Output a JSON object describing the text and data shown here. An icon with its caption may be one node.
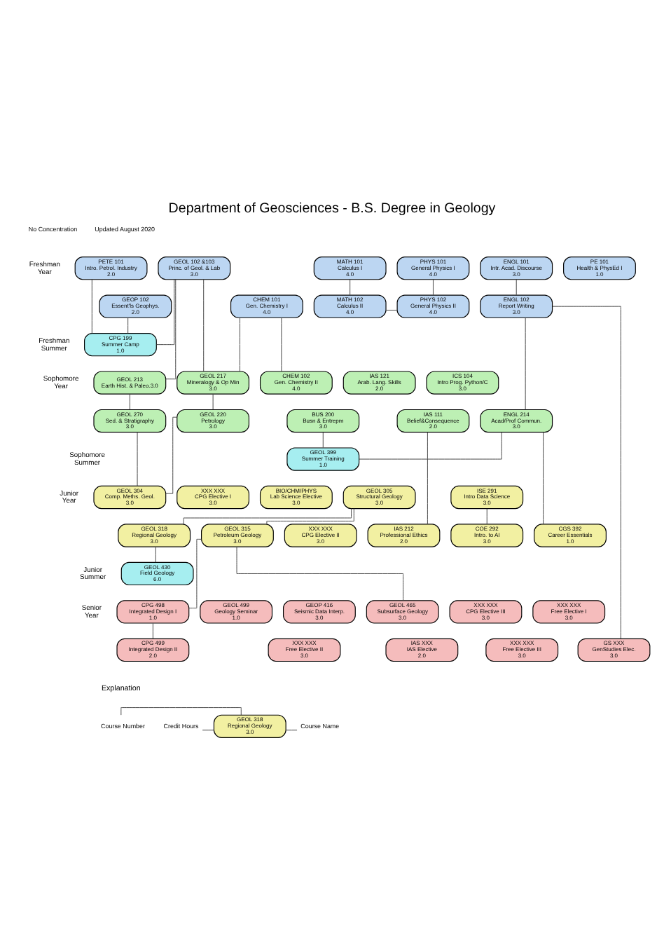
{
  "diagram": {
    "title": "Department of Geosciences - B.S. Degree in Geology",
    "nodes": [
      {
        "text": [
          "PETE 101",
          "Intro. Petrol. Industry",
          "2.0"
        ]
      },
      {
        "text": [
          "GEOL 102 &103",
          "Princ. of Geol. & Lab",
          "3.0"
        ]
      },
      {
        "text": [
          "MATH 101",
          "Calculus I",
          "4.0"
        ]
      },
      {
        "text": [
          "PHYS 101",
          "General Physics I",
          "4.0"
        ]
      },
      {
        "text": [
          "ENGL 101",
          "Intr. Acad. Discourse",
          "3.0"
        ]
      },
      {
        "text": [
          "PE 101",
          "Health & PhysEd I",
          "1.0"
        ]
      },
      {
        "text": [
          "GEOP 102",
          "Essent'ls Geophys.",
          "2.0"
        ]
      },
      {
        "text": [
          "CHEM 101",
          "Gen. Chemistry I",
          "4.0"
        ]
      },
      {
        "text": [
          "MATH 102",
          "Calculus II",
          "4.0"
        ]
      },
      {
        "text": [
          "PHYS 102",
          "General Physics II",
          "4.0"
        ]
      },
      {
        "text": [
          "ENGL 102",
          "Report Writing",
          "3.0"
        ]
      },
      {
        "text": [
          "CPG 199",
          "Summer Camp",
          "1.0"
        ]
      },
      {
        "text": [
          "GEOL 213",
          "Earth Hist. & Paleo.3.0"
        ]
      },
      {
        "text": [
          "GEOL 217",
          "Mineralogy & Op Min",
          "3.0"
        ]
      },
      {
        "text": [
          "CHEM 102",
          "Gen. Chemistry II",
          "4.0"
        ]
      },
      {
        "text": [
          "IAS 121",
          "Arab. Lang. Skills",
          "2.0"
        ]
      },
      {
        "text": [
          "ICS 104",
          "Intro Prog. Python/C",
          "3.0"
        ]
      },
      {
        "text": [
          "GEOL 270",
          "Sed. & Stratigraphy",
          "3.0"
        ]
      },
      {
        "text": [
          "GEOL 220",
          "Petrology",
          "3.0"
        ]
      },
      {
        "text": [
          "BUS 200",
          "Busn & Entrepm",
          "3.0"
        ]
      },
      {
        "text": [
          "IAS 111",
          "Belief&Consequence",
          "2.0"
        ]
      },
      {
        "text": [
          "ENGL 214",
          "Acad/Prof Commun.",
          "3.0"
        ]
      },
      {
        "text": [
          "GEOL 399",
          "Summer Training",
          "1.0"
        ]
      },
      {
        "text": [
          "GEOL 305",
          "Structural Geology",
          "3.0"
        ]
      },
      {
        "text": [
          "GEOL 304",
          "Comp. Meths. Geol.",
          "3.0"
        ]
      },
      {
        "text": [
          "XXX XXX",
          "CPG Elective I",
          "3.0"
        ]
      },
      {
        "text": [
          "BIO/CHM/PHYS",
          "Lab Science Elective",
          "3.0"
        ]
      },
      {
        "text": [
          "ISE 291",
          "Intro Data Science",
          "3.0"
        ]
      },
      {
        "text": [
          "GEOL 318",
          "Regional Geology",
          "3.0"
        ]
      },
      {
        "text": [
          "GEOL 315",
          "Petroleum Geology",
          "3.0"
        ]
      },
      {
        "text": [
          "XXX XXX",
          "CPG Elective II",
          "3.0"
        ]
      },
      {
        "text": [
          "IAS 212",
          "Professional Ethics",
          "2.0"
        ]
      },
      {
        "text": [
          "COE 292",
          "Intro. to AI",
          "3.0"
        ]
      },
      {
        "text": [
          "CGS 392",
          "Career Essentials",
          "1.0"
        ]
      },
      {
        "text": [
          "GEOL 430",
          "Field Geology",
          "6.0"
        ]
      },
      {
        "text": [
          "CPG 498",
          "Integrated Design I",
          "1.0"
        ]
      },
      {
        "text": [
          "GEOL 499",
          "Geology Seminar",
          "1.0"
        ]
      },
      {
        "text": [
          "GEOP 416",
          "Seismic Data Interp.",
          "3.0"
        ]
      },
      {
        "text": [
          "GEOL 465",
          "Subsurface Geology",
          "3.0"
        ]
      },
      {
        "text": [
          "XXX XXX",
          "CPG Elective III",
          "3.0"
        ]
      },
      {
        "text": [
          "XXX XXX",
          "Free Elective I",
          "3.0"
        ]
      },
      {
        "text": [
          "CPG 499",
          "Integrated Design II",
          "2.0"
        ]
      },
      {
        "text": [
          "XXX XXX",
          "Free Elective II",
          "3.0"
        ]
      },
      {
        "text": [
          "IAS XXX",
          "IAS Elective",
          "2.0"
        ]
      },
      {
        "text": [
          "XXX XXX",
          "Free Elective III",
          "3.0"
        ]
      },
      {
        "text": [
          "GS XXX",
          "GenStudies Elec.",
          "3.0"
        ]
      },
      {
        "text": [
          "GEOL 318",
          "Regional Geology",
          "3.0"
        ]
      },
      {
        "text": [
          "Course Number"
        ]
      },
      {
        "text": [
          "Credit Hours"
        ]
      },
      {
        "text": [
          "Course Name"
        ]
      }
    ],
    "edges": [
      {
        "from": 0,
        "to": 11,
        "arrow": "none"
      },
      {
        "from": 1,
        "to": 11,
        "arrow": "none"
      },
      {
        "from": 1,
        "to": 12,
        "arrow": "none"
      },
      {
        "from": 1,
        "to": 13,
        "arrow": "none"
      },
      {
        "from": 6,
        "to": 11,
        "arrow": "none"
      },
      {
        "from": 2,
        "to": 8,
        "arrow": "none"
      },
      {
        "from": 3,
        "to": 9,
        "arrow": "none"
      },
      {
        "from": 8,
        "to": 9,
        "arrow": "none"
      },
      {
        "from": 4,
        "to": 10,
        "arrow": "none"
      },
      {
        "from": 7,
        "to": 13,
        "arrow": "none"
      },
      {
        "from": 7,
        "to": 14,
        "arrow": "none"
      },
      {
        "from": 10,
        "to": 21,
        "arrow": "none"
      },
      {
        "from": 10,
        "to": 45,
        "arrow": "none"
      },
      {
        "from": 12,
        "to": 17,
        "arrow": "none"
      },
      {
        "from": 13,
        "to": 18,
        "arrow": "none"
      },
      {
        "from": 19,
        "to": 22,
        "arrow": "none"
      },
      {
        "from": 21,
        "to": 22,
        "arrow": "none"
      },
      {
        "from": 21,
        "to": 33,
        "arrow": "none"
      },
      {
        "from": 17,
        "to": 24,
        "arrow": "none"
      },
      {
        "from": 18,
        "to": 24,
        "arrow": "none"
      },
      {
        "from": 20,
        "to": 31,
        "arrow": "none"
      },
      {
        "from": 23,
        "to": 28,
        "arrow": "none"
      },
      {
        "from": 23,
        "to": 29,
        "arrow": "none"
      },
      {
        "from": 27,
        "to": 32,
        "arrow": "none"
      },
      {
        "from": 28,
        "to": 34,
        "arrow": "none"
      },
      {
        "from": 29,
        "to": 35,
        "arrow": "none"
      },
      {
        "from": 29,
        "to": 38,
        "arrow": "none"
      },
      {
        "from": 35,
        "to": 41,
        "arrow": "none"
      },
      {
        "from": 47,
        "to": 46,
        "arrow": "none"
      },
      {
        "from": 48,
        "to": 46,
        "arrow": "none"
      },
      {
        "from": 49,
        "to": 46,
        "arrow": "none"
      }
    ],
    "labels": [
      "No Concentration",
      "Updated August 2020",
      "Freshman Year",
      "Freshman Summer",
      "Sophomore Year",
      "Sophomore Summer",
      "Junior Year",
      "Junior Summer",
      "Senior Year",
      "Explanation"
    ]
  }
}
